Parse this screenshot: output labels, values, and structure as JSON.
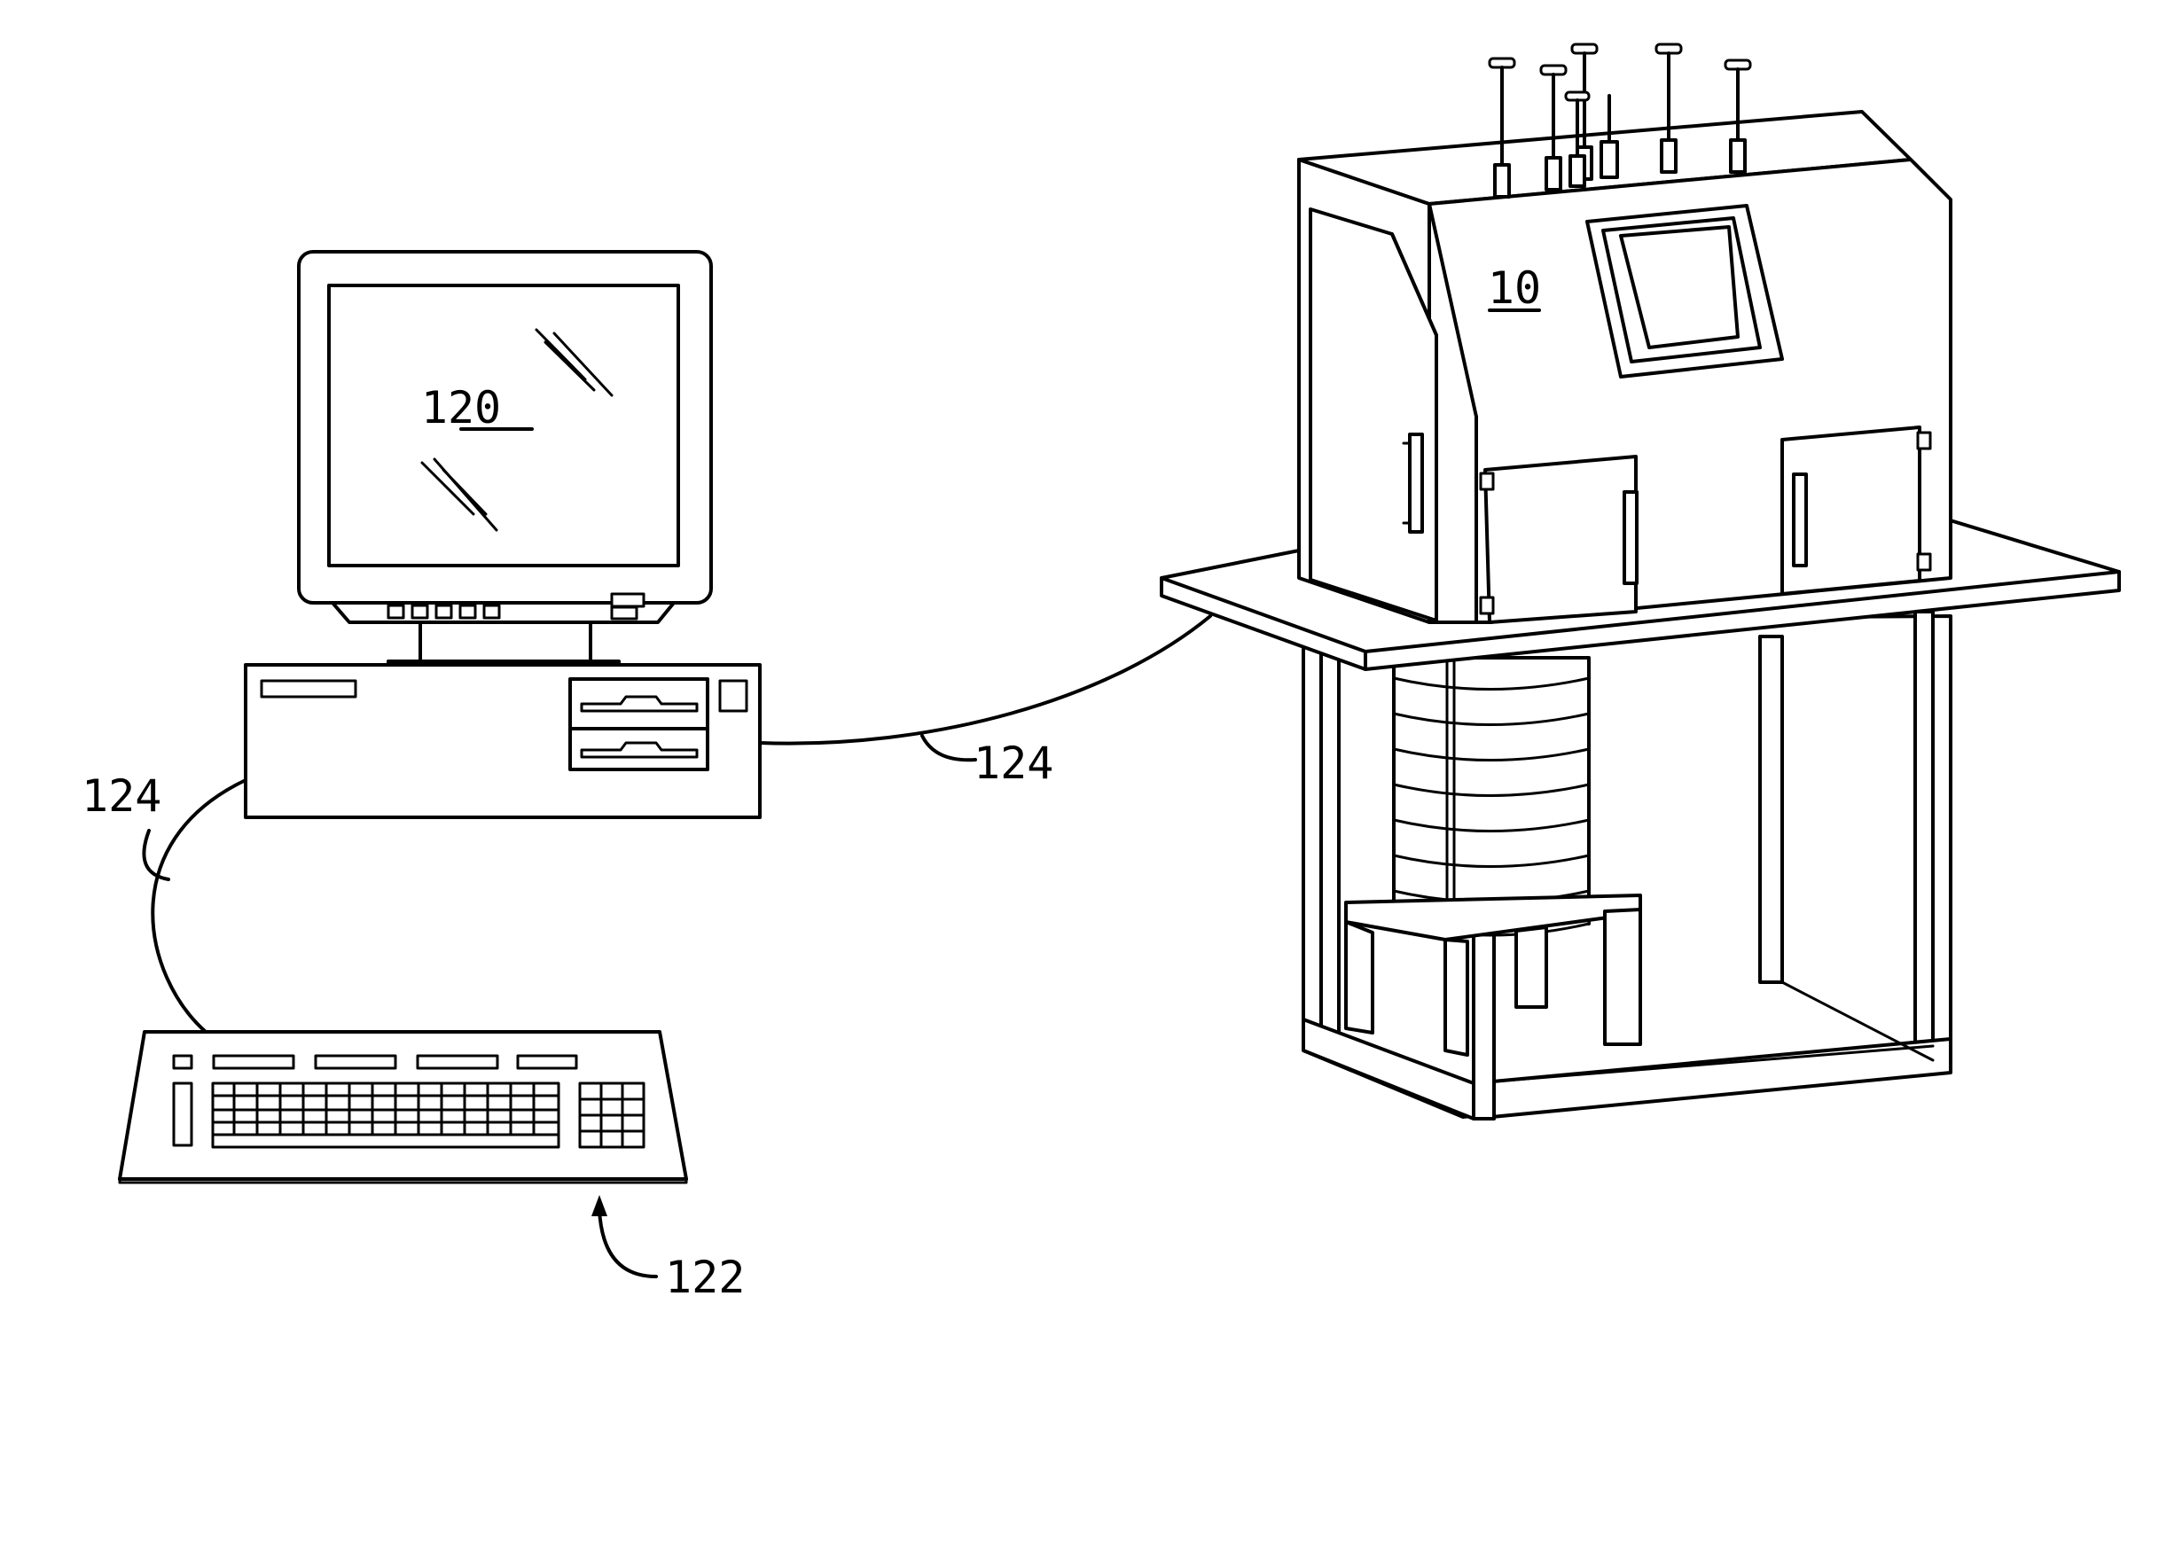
{
  "labels": {
    "monitor": "120",
    "instrument": "10",
    "cable_right": "124",
    "cable_left": "124",
    "keyboard": "122"
  }
}
